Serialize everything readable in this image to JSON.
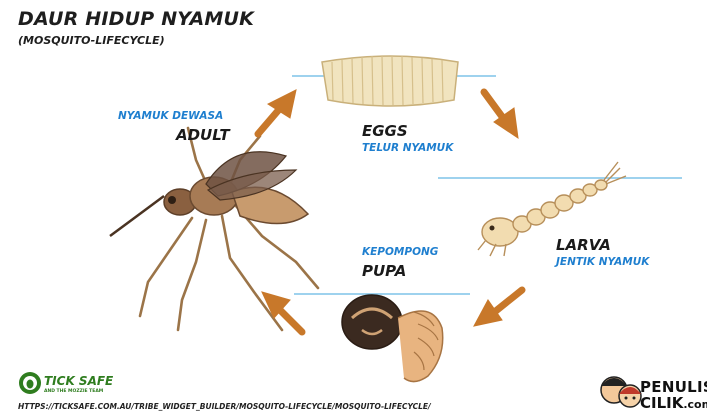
{
  "title": "DAUR HIDUP NYAMUK",
  "subtitle": "(MOSQUITO-LIFECYCLE)",
  "stages": {
    "adult": {
      "name": "ADULT",
      "local_name": "NYAMUK DEWASA"
    },
    "eggs": {
      "name": "EGGS",
      "local_name": "TELUR NYAMUK"
    },
    "larva": {
      "name": "LARVA",
      "local_name": "JENTIK NYAMUK"
    },
    "pupa": {
      "name": "PUPA",
      "local_name": "KEPOMPONG"
    }
  },
  "footer": {
    "brand": "TICK SAFE",
    "brand_sub": "AND THE MOZZIE TEAM",
    "url": "HTTPS://TICKSAFE.COM.AU/TRIBE_WIDGET_BUILDER/MOSQUITO-LIFECYCLE/MOSQUITO-LIFECYCLE/",
    "logo_line1": "PENULIS",
    "logo_line2": "CILIK",
    "logo_suffix": ".com"
  },
  "colors": {
    "arrow": "#c8782a",
    "water": "#7fc3e8",
    "accent_blue": "#1f7fcf",
    "brand_green": "#2f7d1f"
  }
}
